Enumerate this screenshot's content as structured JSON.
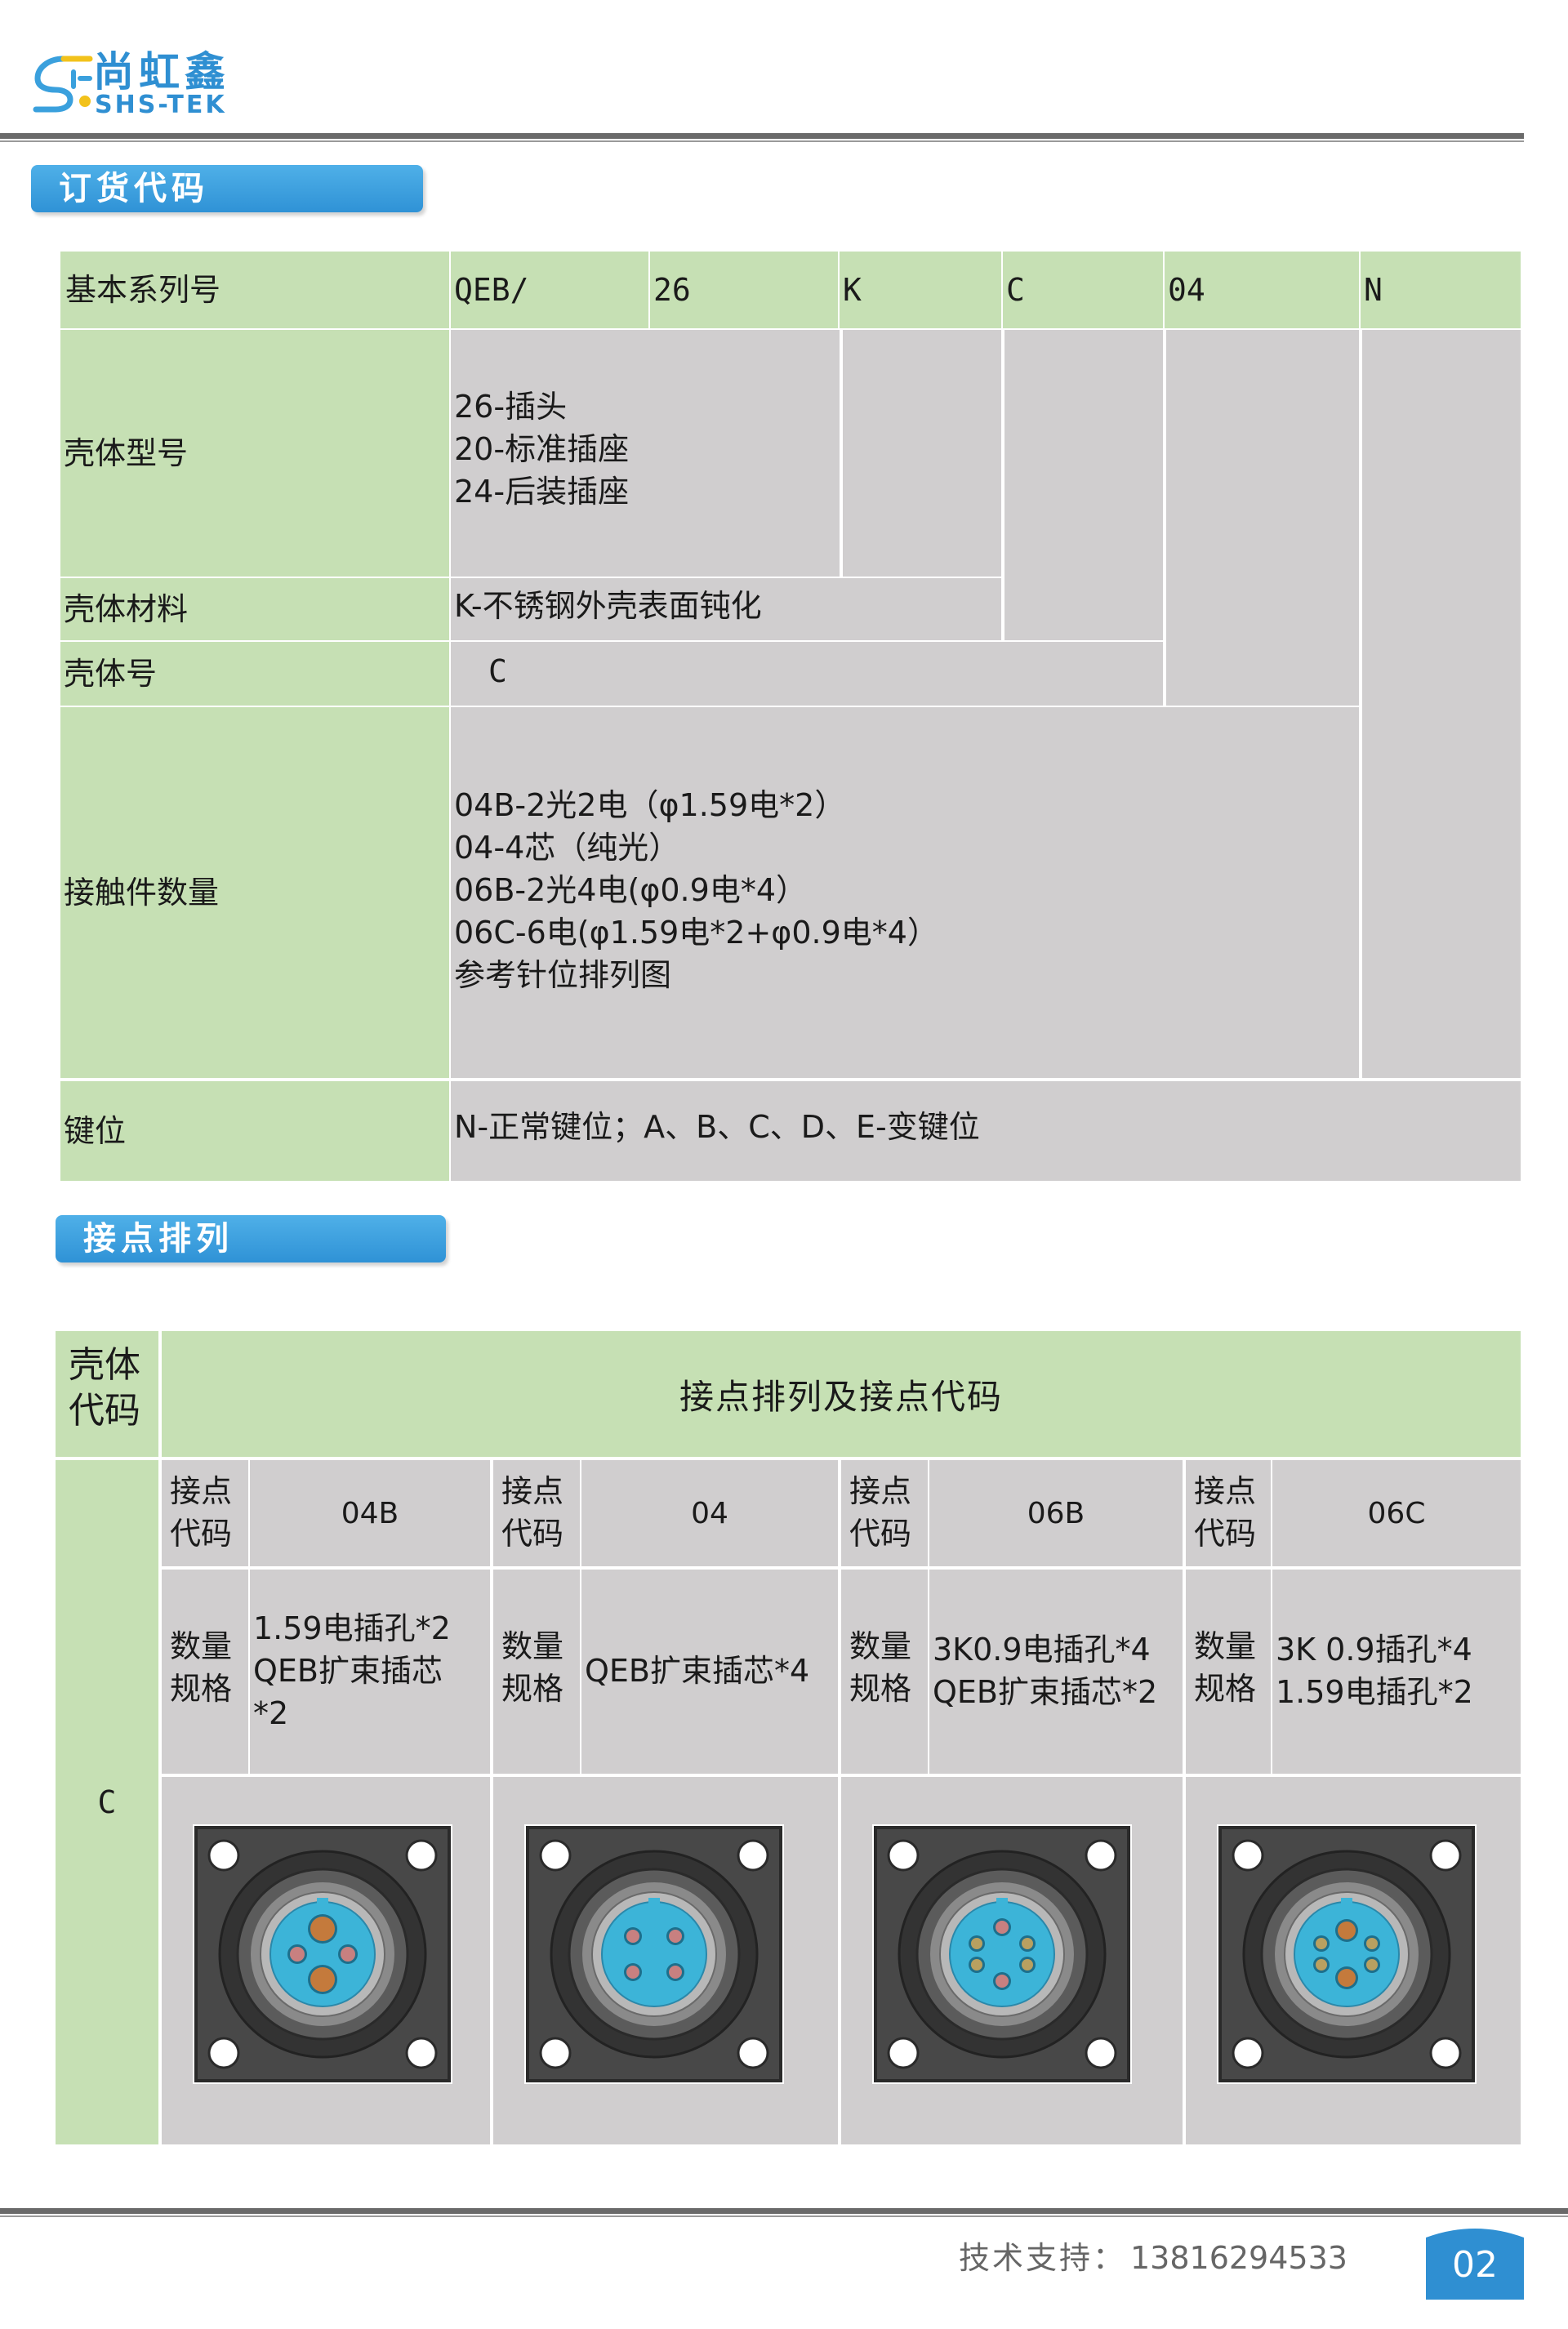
{
  "brand": {
    "name_cn": "尚虹鑫",
    "name_en": "SHS-TEK"
  },
  "section1": {
    "title": "订货代码"
  },
  "order_table": {
    "row_header": [
      "基本系列号",
      "QEB/",
      "26",
      "K",
      "C",
      "04",
      "N"
    ],
    "shell_type": {
      "label": "壳体型号",
      "lines": [
        "26-插头",
        "20-标准插座",
        "24-后装插座"
      ]
    },
    "material": {
      "label": "壳体材料",
      "value": "K-不锈钢外壳表面钝化"
    },
    "shell_no": {
      "label": "壳体号",
      "value": "C"
    },
    "contacts": {
      "label": "接触件数量",
      "lines": [
        "04B-2光2电（φ1.59电*2）",
        "04-4芯（纯光）",
        "06B-2光4电(φ0.9电*4）",
        "06C-6电(φ1.59电*2+φ0.9电*4）",
        "参考针位排列图"
      ]
    },
    "key": {
      "label": "键位",
      "value": "N-正常键位；A、B、C、D、E-变键位"
    }
  },
  "section2": {
    "title": "接点排列"
  },
  "contact_table": {
    "shell_code_header": [
      "壳体",
      "代码"
    ],
    "title": "接点排列及接点代码",
    "shell_code": "C",
    "code_label": [
      "接点",
      "代码"
    ],
    "spec_label": [
      "数量",
      "规格"
    ],
    "columns": [
      {
        "code": "04B",
        "spec": [
          "1.59电插孔*2",
          "QEB扩束插芯",
          "*2"
        ]
      },
      {
        "code": "04",
        "spec": [
          "QEB扩束插芯*4"
        ]
      },
      {
        "code": "06B",
        "spec": [
          "3K0.9电插孔*4",
          "QEB扩束插芯*2"
        ]
      },
      {
        "code": "06C",
        "spec": [
          "3K 0.9插孔*4",
          "1.59电插孔*2"
        ]
      }
    ]
  },
  "footer": {
    "support_label": "技术支持：",
    "phone": "13816294533",
    "page": "02"
  },
  "colors": {
    "green": "#c6e0b4",
    "gray": "#d0cecf",
    "blue": "#2f92d6",
    "insert": "#3cb4d8"
  }
}
